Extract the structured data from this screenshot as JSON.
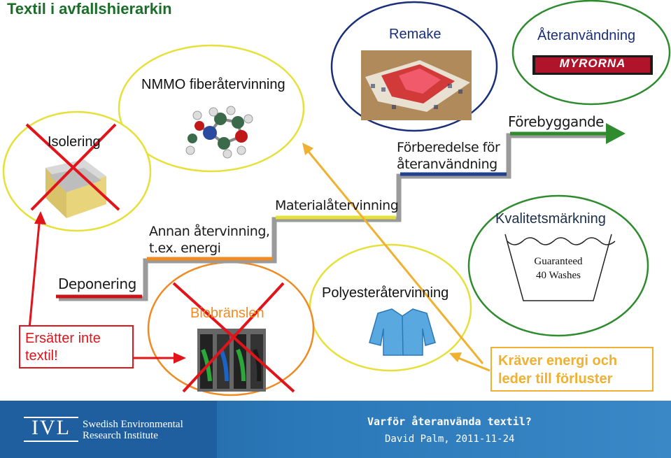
{
  "header": {
    "title": "Textil i avfallshierarkin"
  },
  "circles": {
    "remake": "Remake",
    "ateranvandning": "Återanvändning",
    "myrorna": "MYRORNA",
    "nmmo": "NMMO fiberåtervinning",
    "isolering": "Isolering",
    "kvalitet": "Kvalitetsmärkning",
    "guarantee_line1": "Guaranteed",
    "guarantee_line2": "40 Washes",
    "polyester": "Polyesteråtervinning",
    "biobransle": "Biobränslen"
  },
  "staircase": {
    "forebyggande": "Förebyggande",
    "forberedelse_line1": "Förberedelse för",
    "forberedelse_line2": "återanvändning",
    "materialatervinning": "Materialåtervinning",
    "annan_line1": "Annan återvinning,",
    "annan_line2": "t.ex. energi",
    "deponering": "Deponering",
    "colors": {
      "forebyggande": "#2e8b2e",
      "forberedelse": "#1f3f8f",
      "material": "#e6e03a",
      "annan": "#f08a22",
      "deponering": "#c8141a"
    }
  },
  "callouts": {
    "ersatter_line1": "Ersätter inte",
    "ersatter_line2": "textil!",
    "kraver_line1": "Kräver energi och",
    "kraver_line2": "leder till förluster"
  },
  "footer": {
    "logo": "IVL",
    "org_line1": "Swedish Environmental",
    "org_line2": "Research Institute",
    "subtitle": "Varför återanvända textil?",
    "author": "David Palm, 2011-11-24"
  }
}
